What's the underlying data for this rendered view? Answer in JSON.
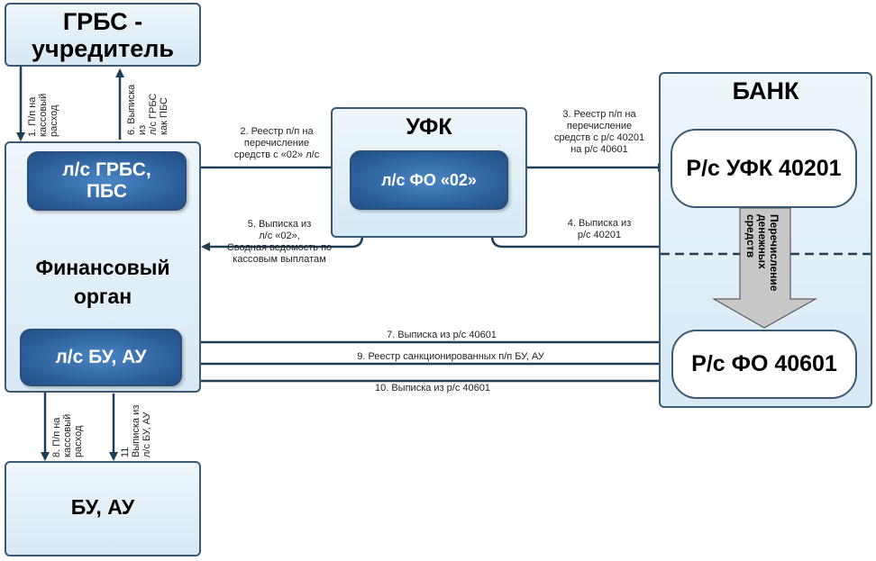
{
  "nodes": {
    "grbs": "ГРБС -\nучредитель",
    "fin_organ": "Финансовый\nорган",
    "ls_grbs_pbs": "л/с ГРБС,\nПБС",
    "ls_bu_au": "л/с БУ, АУ",
    "ufk": "УФК",
    "ls_fo_02": "л/с ФО «02»",
    "bank": "БАНК",
    "rs_ufk": "Р/с УФК 40201",
    "rs_fo": "Р/с ФО 40601",
    "bu_au": "БУ, АУ"
  },
  "flows": {
    "f1": "1. П/п на\nкассовый\nрасход",
    "f2": "2. Реестр п/п на\nперечисление\nсредств с «02» л/с",
    "f3": "3. Реестр п/п на\nперечисление\nсредств с р/с 40201\nна р/с 40601",
    "f4": "4. Выписка из\nр/с 40201",
    "f5": "5. Выписка из\nл/с «02»,\nСводная ведомость по\nкассовым выплатам",
    "f6": "6. Выписка\nиз\nл/с ГРБС\nкак ПБС",
    "f7": "7. Выписка из р/с 40601",
    "f8": "8. П/п на\nкассовый\nрасход",
    "f9": "9. Реестр санкционированных п/п БУ, АУ",
    "f10": "10. Выписка из р/с 40601",
    "f11": "11\nВыписка из\nл/с БУ, АУ",
    "transfer": "Перечисление\nденежных\nсредств"
  },
  "colors": {
    "line": "#1e3f55",
    "account_fill": "#2d619c",
    "container_fill": "#dcecf6",
    "transfer_arrow": "#c8c8c8"
  }
}
